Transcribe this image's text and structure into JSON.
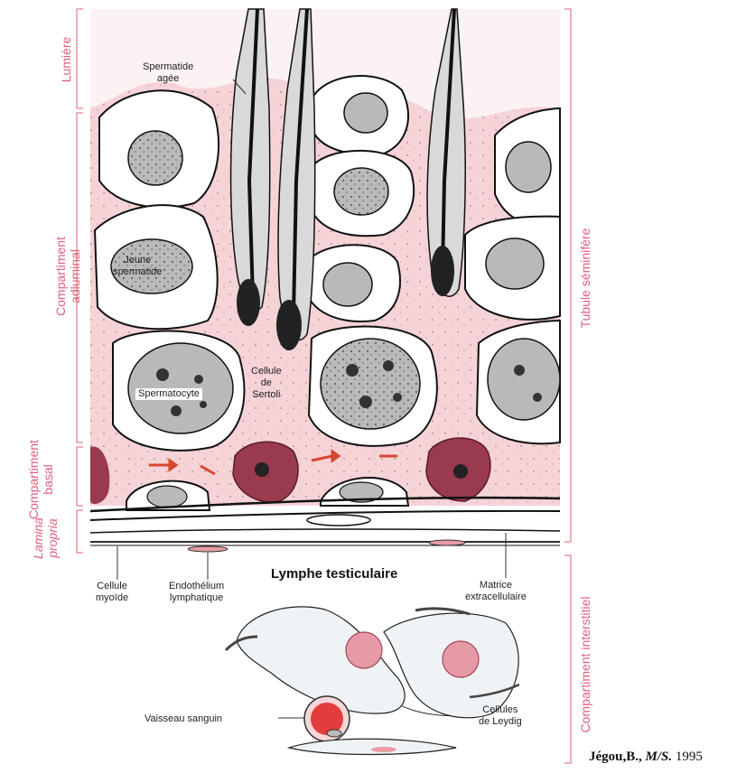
{
  "labels": {
    "spermatide_agee": "Spermatide\nagée",
    "jeune_spermatide": "Jeune\nspermatide",
    "spermatocyte": "Spermatocyte",
    "cellule_sertoli": "Cellule\nde\nSertoli",
    "lymphe": "Lymphe testiculaire",
    "cellule_myoide": "Cellule\nmyoïde",
    "endothelium": "Endothélium\nlymphatique",
    "matrice": "Matrice\nextracellulaire",
    "vaisseau": "Vaisseau sanguin",
    "leydig": "Cellules\nde Leydig"
  },
  "regions_left": {
    "lumiere": "Lumière",
    "adluminal": "Compartiment\nadluminal",
    "basal": "Compartiment\nbasal",
    "lamina": "Lamina\npropria"
  },
  "regions_right": {
    "tubule": "Tubule séminifère",
    "interstitiel": "Compartiment interstitiel"
  },
  "citation": {
    "author": "Jégou,B., ",
    "journal": "M/S.",
    "year": " 1995"
  },
  "colors": {
    "pink_cytoplasm": "#f6d3d6",
    "nucleus_gray": "#b9b9b9",
    "macrophage": "#9a3a4e",
    "accent_red": "#e0607a",
    "blood_red": "#e23c3c"
  }
}
